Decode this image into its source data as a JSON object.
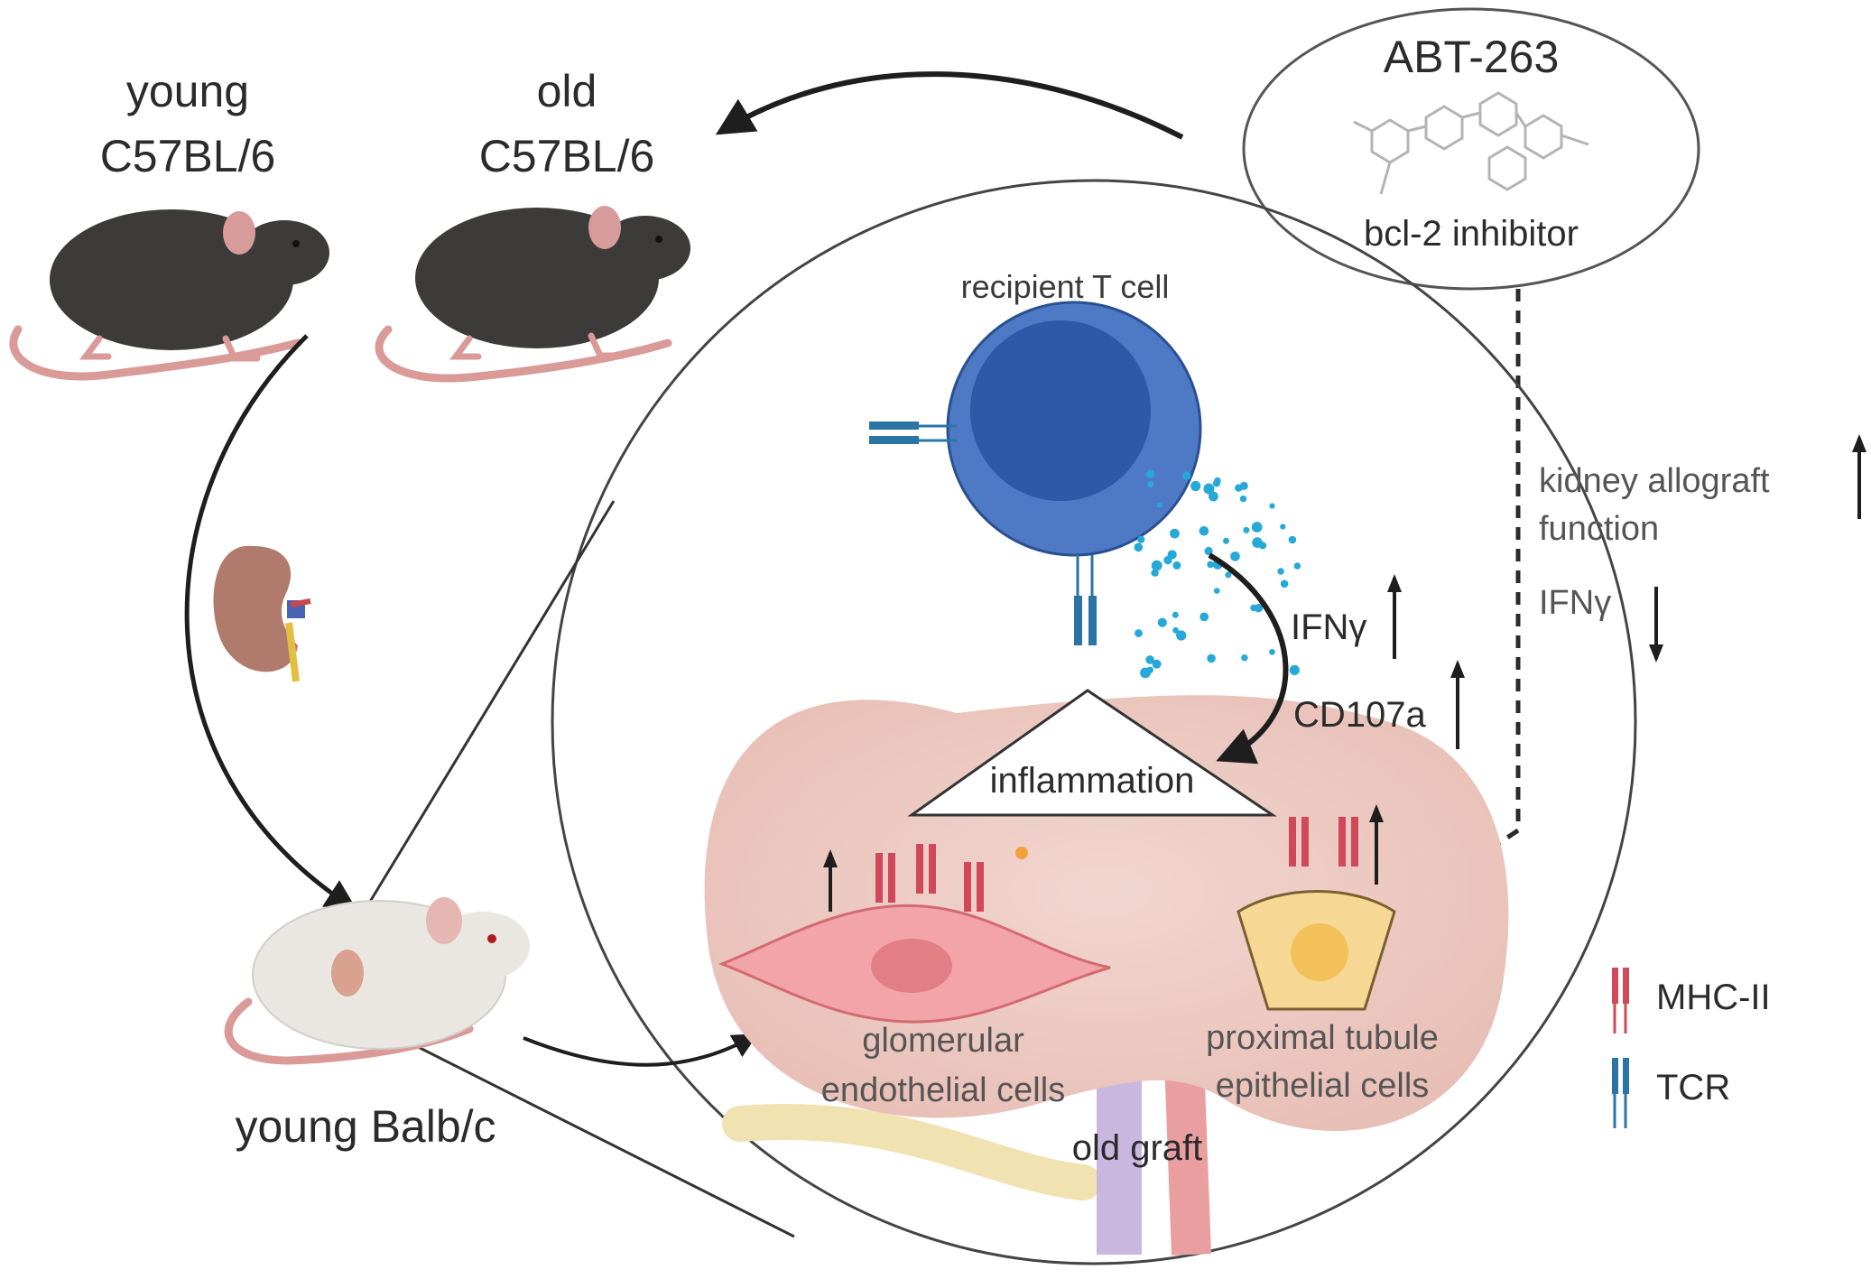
{
  "mice": {
    "young_c57_line1": "young",
    "young_c57_line2": "C57BL/6",
    "old_c57_line1": "old",
    "old_c57_line2": "C57BL/6",
    "young_balb": "young Balb/c"
  },
  "drug": {
    "name": "ABT-263",
    "subtitle": "bcl-2 inhibitor"
  },
  "zoom": {
    "tcell_label": "recipient  T cell",
    "ifng_up": "IFNγ",
    "cd107a_up": "CD107a",
    "inflammation": "inflammation",
    "glomerular_line1": "glomerular",
    "glomerular_line2": "endothelial cells",
    "proximal_line1": "proximal tubule",
    "proximal_line2": "epithelial cells",
    "old_graft": "old graft"
  },
  "outcome": {
    "allograft_line1": "kidney allograft",
    "allograft_line2": "function",
    "ifng_down": "IFNγ"
  },
  "legend": {
    "mhc": "MHC-II",
    "tcr": "TCR"
  },
  "colors": {
    "tcell_outer": "#4e79c4",
    "tcell_inner": "#2c5aa8",
    "kidney": "#ecc9c1",
    "mhc": "#d1485a",
    "tcr": "#2a74a6",
    "cytokine": "#26a8d8",
    "endothelial": "#f2a4a8",
    "epithelial": "#f6d894"
  }
}
